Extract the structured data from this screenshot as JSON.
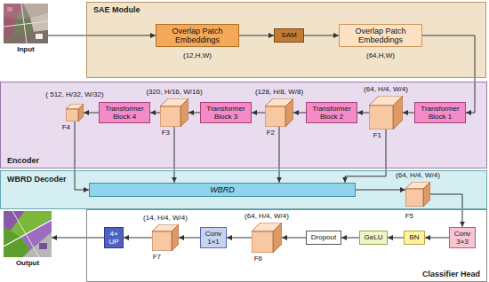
{
  "diagram": {
    "nodes": [
      {
        "text": [
          "Input"
        ]
      },
      {
        "text": [
          "SAE Module"
        ]
      },
      {
        "text": [
          "Overlap Patch Embeddings"
        ],
        "in": 1
      },
      {
        "text": [
          "SAM"
        ],
        "in": 1
      },
      {
        "text": [
          "Overlap Patch Embeddings"
        ],
        "in": 1
      },
      {
        "text": [
          "Encoder"
        ]
      },
      {
        "text": [
          "( 512, H/32, W/32)",
          "F4"
        ],
        "in": 5
      },
      {
        "text": [
          "Transformer Block 4"
        ],
        "in": 5
      },
      {
        "text": [
          "(320, H/16, W/16)",
          "F3"
        ],
        "in": 5
      },
      {
        "text": [
          "Transformer Block 3"
        ],
        "in": 5
      },
      {
        "text": [
          "(128, H/8, W/8)",
          "F2"
        ],
        "in": 5
      },
      {
        "text": [
          "Transformer Block 2"
        ],
        "in": 5
      },
      {
        "text": [
          "(64, H/4, W/4)",
          "F1"
        ],
        "in": 5
      },
      {
        "text": [
          "Transformer Block 1"
        ],
        "in": 5
      },
      {
        "text": [
          "WBRD Decoder"
        ]
      },
      {
        "text": [
          "WBRD"
        ],
        "in": 14
      },
      {
        "text": [
          "(64, H/4, W/4)",
          "F5"
        ],
        "in": 14
      },
      {
        "text": [
          "Classifier Head"
        ]
      },
      {
        "text": [
          "Conv 3×3"
        ],
        "in": 17
      },
      {
        "text": [
          "BN"
        ],
        "in": 17
      },
      {
        "text": [
          "GeLU"
        ],
        "in": 17
      },
      {
        "text": [
          "Dropout"
        ],
        "in": 17
      },
      {
        "text": [
          "(64, H/4, W/4)",
          "F6"
        ],
        "in": 17
      },
      {
        "text": [
          "Conv 1×1"
        ],
        "in": 17
      },
      {
        "text": [
          "(14, H/4, W/4)",
          "F7"
        ],
        "in": 17
      },
      {
        "text": [
          "4× UP"
        ],
        "in": 17
      },
      {
        "text": [
          "Output"
        ]
      }
    ],
    "edges": [
      {
        "from": 0,
        "to": 2,
        "arrow": "to"
      },
      {
        "from": 2,
        "to": 3,
        "arrow": "to"
      },
      {
        "from": 3,
        "to": 4,
        "arrow": "to"
      },
      {
        "from": 4,
        "to": 13,
        "arrow": "to"
      },
      {
        "from": 13,
        "to": 12,
        "arrow": "to"
      },
      {
        "from": 12,
        "to": 11,
        "arrow": "to"
      },
      {
        "from": 11,
        "to": 10,
        "arrow": "to"
      },
      {
        "from": 10,
        "to": 9,
        "arrow": "to"
      },
      {
        "from": 9,
        "to": 8,
        "arrow": "to"
      },
      {
        "from": 8,
        "to": 7,
        "arrow": "to"
      },
      {
        "from": 7,
        "to": 6,
        "arrow": "to"
      },
      {
        "from": 6,
        "to": 15,
        "arrow": "to"
      },
      {
        "from": 8,
        "to": 15,
        "arrow": "to"
      },
      {
        "from": 10,
        "to": 15,
        "arrow": "to"
      },
      {
        "from": 12,
        "to": 15,
        "arrow": "to"
      },
      {
        "from": 15,
        "to": 16,
        "arrow": "to"
      },
      {
        "from": 16,
        "to": 18,
        "arrow": "to"
      },
      {
        "from": 18,
        "to": 19,
        "arrow": "to"
      },
      {
        "from": 19,
        "to": 20,
        "arrow": "to"
      },
      {
        "from": 20,
        "to": 21,
        "arrow": "to"
      },
      {
        "from": 21,
        "to": 22,
        "arrow": "to"
      },
      {
        "from": 22,
        "to": 23,
        "arrow": "to"
      },
      {
        "from": 23,
        "to": 24,
        "arrow": "to"
      },
      {
        "from": 24,
        "to": 25,
        "arrow": "to"
      },
      {
        "from": 25,
        "to": 26,
        "arrow": "to"
      }
    ],
    "labels": [
      "(12,H,W)",
      "(64,H,W)"
    ]
  }
}
